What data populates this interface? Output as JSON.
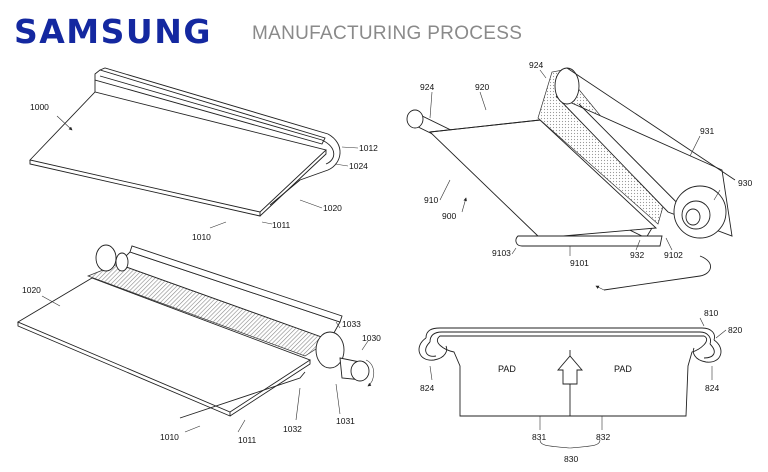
{
  "header": {
    "brand": "SAMSUNG",
    "subtitle": "MANUFACTURING PROCESS"
  },
  "figure_top_left": {
    "labels": [
      "1000",
      "1012",
      "1024",
      "1020",
      "1010",
      "1011"
    ]
  },
  "figure_bottom_left": {
    "labels": [
      "1020",
      "1033",
      "1030",
      "1010",
      "1011",
      "1032",
      "1031"
    ]
  },
  "figure_top_right": {
    "labels": [
      "924",
      "920",
      "924",
      "931",
      "930",
      "910",
      "900",
      "9103",
      "9101",
      "932",
      "9102"
    ]
  },
  "figure_bottom_right": {
    "labels": [
      "810",
      "820",
      "824",
      "824",
      "831",
      "832",
      "830"
    ],
    "pad_labels": [
      "PAD",
      "PAD"
    ]
  },
  "colors": {
    "brand": "#1428a0",
    "subtitle": "#8a8a8a",
    "line": "#222222"
  }
}
